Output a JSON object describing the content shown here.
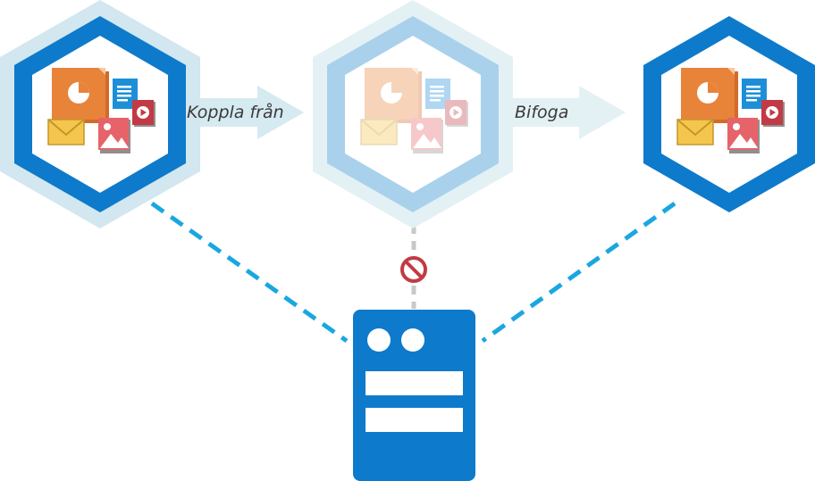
{
  "labels": {
    "detach": "Koppla från",
    "attach": "Bifoga"
  },
  "nodes": [
    {
      "id": "database-1",
      "state": "detaching",
      "icon": "document-bundle-icon"
    },
    {
      "id": "database-2",
      "state": "detached",
      "icon": "document-bundle-icon"
    },
    {
      "id": "database-3",
      "state": "attached",
      "icon": "document-bundle-icon"
    }
  ],
  "server": {
    "icon": "server-icon"
  },
  "connections": [
    {
      "from": "database-1",
      "to": "server",
      "style": "dashed",
      "status": "connected"
    },
    {
      "from": "database-2",
      "to": "server",
      "style": "dashed",
      "status": "blocked"
    },
    {
      "from": "database-3",
      "to": "server",
      "style": "dashed",
      "status": "connected"
    }
  ],
  "blocked_icon": "no-entry-icon",
  "colors": {
    "hex_dark": "#0e7acb",
    "hex_light_outer": "#d2e7ef",
    "hex_faded_outer": "#e3f1f5",
    "hex_faded_ring": "#a9d1ec",
    "arrow": "#d5eaf1",
    "dash_line": "#1aa7e0",
    "dash_gray": "#c8c8c8",
    "server": "#0e7acb",
    "blocked": "#c23a45",
    "doc_orange": "#e8833a",
    "doc_blue": "#1d8fd8",
    "doc_red": "#c23a45",
    "mail": "#f5c64d"
  }
}
